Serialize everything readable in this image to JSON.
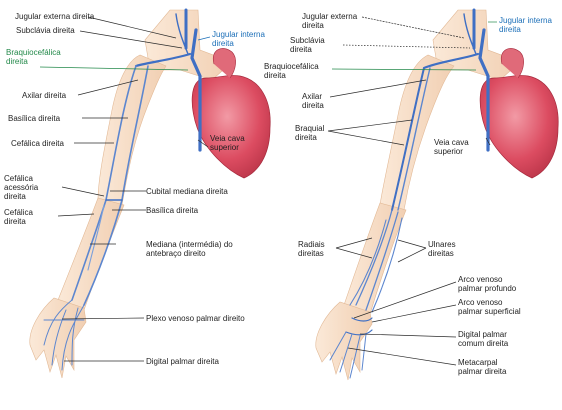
{
  "left_panel": {
    "labels": [
      {
        "id": "jugular_externa",
        "text": "Jugular externa direita"
      },
      {
        "id": "subclavia",
        "text": "Subclávia direita"
      },
      {
        "id": "jugular_interna",
        "text": "Jugular interna\ndireita"
      },
      {
        "id": "braquiocefalica",
        "text": "Braquiocefálica\ndireita"
      },
      {
        "id": "axilar",
        "text": "Axilar direita"
      },
      {
        "id": "basilica_top",
        "text": "Basílica direita"
      },
      {
        "id": "veia_cava",
        "text": "Veia cava\nsuperior"
      },
      {
        "id": "cefalica",
        "text": "Cefálica direita"
      },
      {
        "id": "cefalica_acessoria",
        "text": "Cefálica\nacessória\ndireita"
      },
      {
        "id": "cubital",
        "text": "Cubital mediana direita"
      },
      {
        "id": "cefalica_low",
        "text": "Cefálica\ndireita"
      },
      {
        "id": "basilica_low",
        "text": "Basílica direita"
      },
      {
        "id": "mediana",
        "text": "Mediana (intermédia) do\nantebraço direito"
      },
      {
        "id": "plexo",
        "text": "Plexo venoso palmar direito"
      },
      {
        "id": "digital_palmar",
        "text": "Digital palmar direita"
      }
    ]
  },
  "right_panel": {
    "labels": [
      {
        "id": "jugular_externa",
        "text": "Jugular externa\ndireita"
      },
      {
        "id": "jugular_interna",
        "text": "Jugular interna\ndireita"
      },
      {
        "id": "subclavia",
        "text": "Subclávia\ndireita"
      },
      {
        "id": "braquiocefalica",
        "text": "Braquiocefálica\ndireita"
      },
      {
        "id": "axilar",
        "text": "Axilar\ndireita"
      },
      {
        "id": "braquial",
        "text": "Braquial\ndireita"
      },
      {
        "id": "veia_cava",
        "text": "Veia cava\nsuperior"
      },
      {
        "id": "radiais",
        "text": "Radiais\ndireitas"
      },
      {
        "id": "ulnares",
        "text": "Ulnares\ndireitas"
      },
      {
        "id": "arco_profundo",
        "text": "Arco venoso\npalmar profundo"
      },
      {
        "id": "arco_superficial",
        "text": "Arco venoso\npalmar superficial"
      },
      {
        "id": "digital_comum",
        "text": "Digital palmar\ncomum direita"
      },
      {
        "id": "metacarpal",
        "text": "Metacarpal\npalmar direita"
      }
    ]
  },
  "colors": {
    "vein": "#3f6fc4",
    "vein_light": "#8fb1e3",
    "skin": "#f6dcc4",
    "skin_edge": "#e2b996",
    "heart": "#d9455a",
    "heart_light": "#ef8a96",
    "leader": "#2b2b2b",
    "label_blue": "#1c6fb8",
    "label_green": "#23894a"
  }
}
